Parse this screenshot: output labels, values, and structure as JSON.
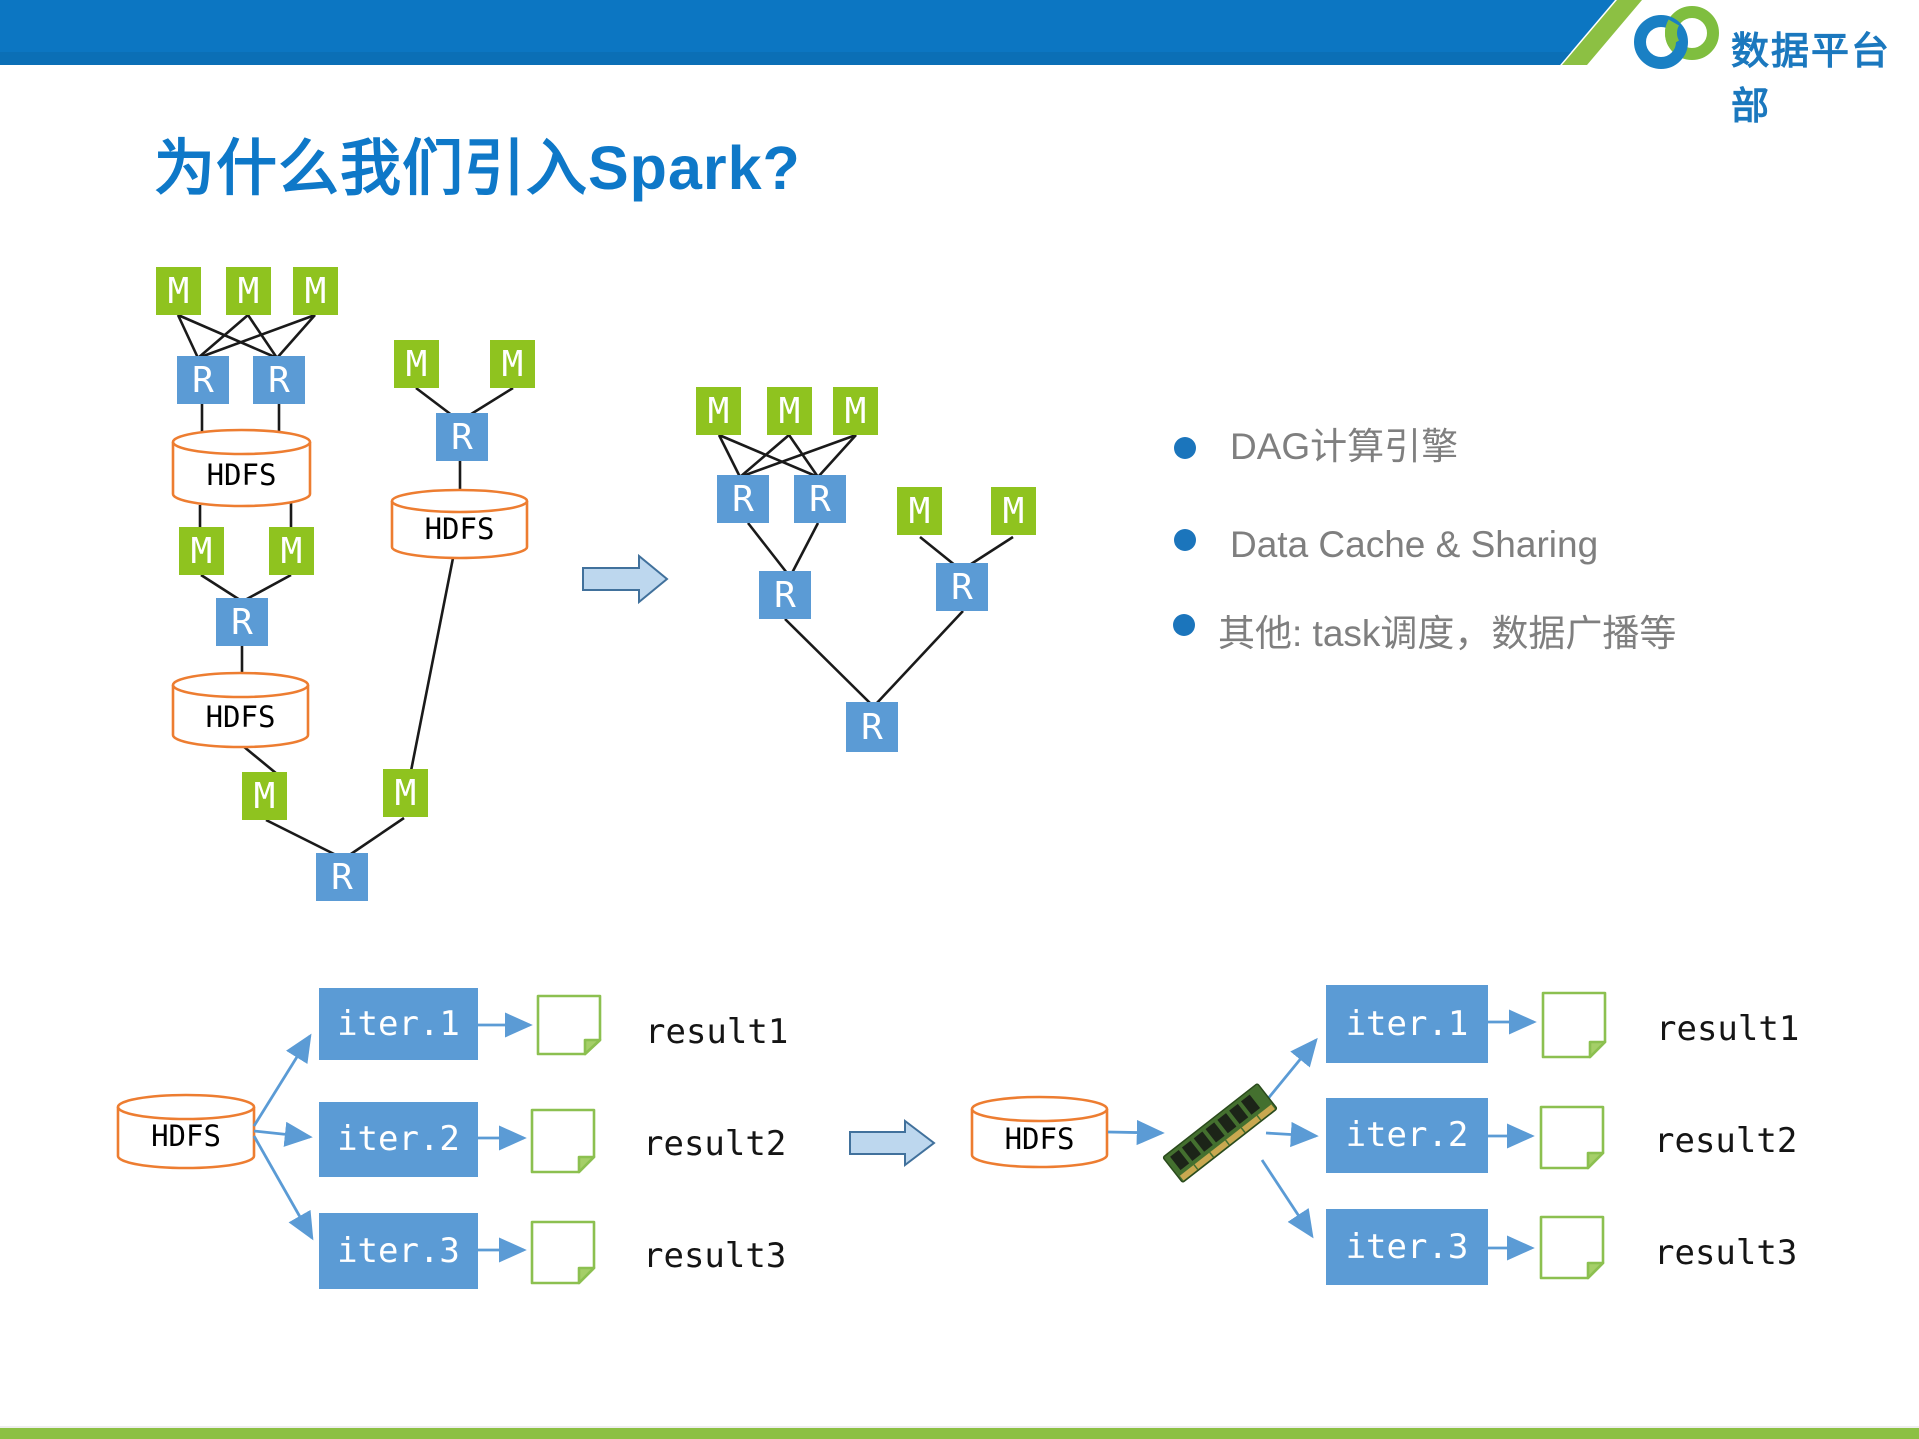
{
  "header": {
    "org_name": "数据平台部"
  },
  "slide": {
    "title": "为什么我们引入Spark?"
  },
  "bullets": [
    {
      "text": "DAG计算引擎"
    },
    {
      "text": "Data Cache & Sharing"
    },
    {
      "text": "其他: task调度，数据广播等"
    }
  ],
  "node_labels": {
    "map": "M",
    "reduce": "R",
    "storage": "HDFS"
  },
  "iteration": {
    "iter1": "iter.1",
    "iter2": "iter.2",
    "iter3": "iter.3",
    "result1": "result1",
    "result2": "result2",
    "result3": "result3"
  },
  "colors": {
    "header_blue": "#0C76C2",
    "band_green": "#8CC043",
    "title_blue": "#0E78C8",
    "map_green": "#8FC31F",
    "reduce_blue": "#5B9BD5",
    "hdfs_orange": "#ED7D31",
    "bullet_dot_blue": "#1B75BC",
    "bullet_text_gray": "#7F7F7F",
    "block_arrow_fill": "#BDD7EE",
    "block_arrow_stroke": "#41719C",
    "doc_border_green": "#8CC050"
  }
}
